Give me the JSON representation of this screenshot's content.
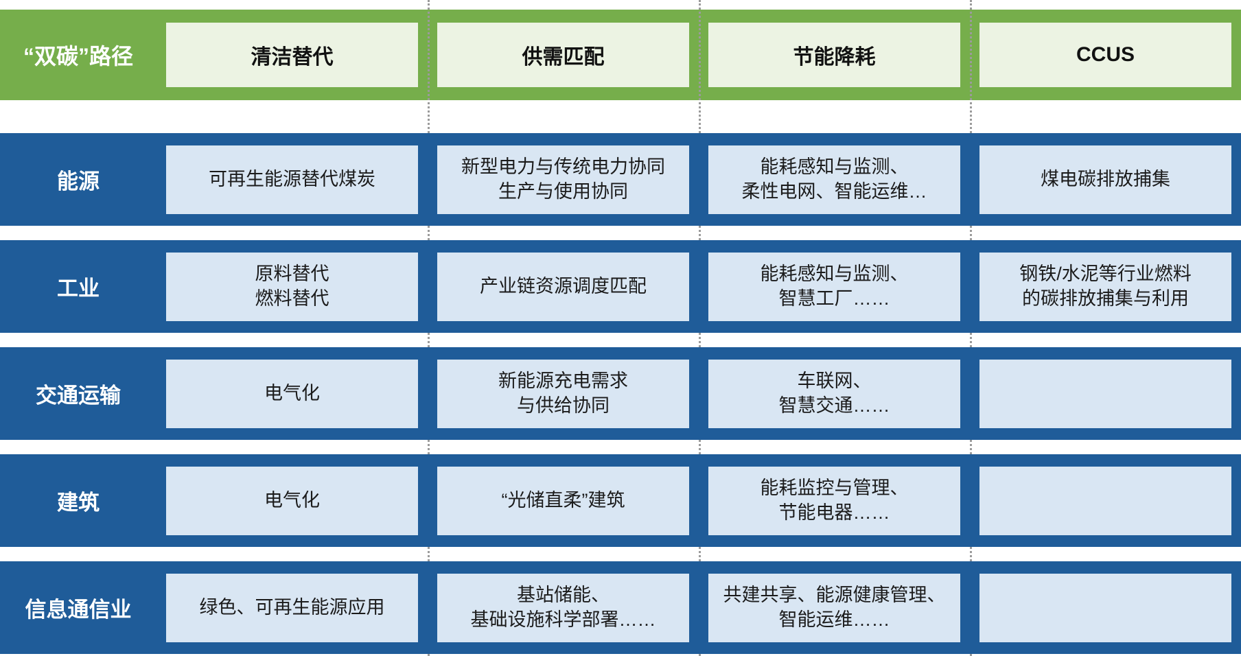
{
  "colors": {
    "header_green": "#76ae4b",
    "header_box_bg": "#ecf3e3",
    "row_blue": "#1f5c99",
    "cell_box_bg": "#d9e6f3",
    "divider_dotted": "#9b9b9b",
    "label_text": "#ffffff",
    "cell_text": "#1b1b1b"
  },
  "table": {
    "corner_label": "“双碳”路径",
    "columns": [
      "清洁替代",
      "供需匹配",
      "节能降耗",
      "CCUS"
    ],
    "rows": [
      {
        "label": "能源",
        "cells": [
          "可再生能源替代煤炭",
          "新型电力与传统电力协同\n生产与使用协同",
          "能耗感知与监测、\n柔性电网、智能运维…",
          "煤电碳排放捕集"
        ]
      },
      {
        "label": "工业",
        "cells": [
          "原料替代\n燃料替代",
          "产业链资源调度匹配",
          "能耗感知与监测、\n智慧工厂……",
          "钢铁/水泥等行业燃料\n的碳排放捕集与利用"
        ]
      },
      {
        "label": "交通运输",
        "cells": [
          "电气化",
          "新能源充电需求\n与供给协同",
          "车联网、\n智慧交通……",
          ""
        ]
      },
      {
        "label": "建筑",
        "cells": [
          "电气化",
          "“光储直柔”建筑",
          "能耗监控与管理、\n节能电器……",
          ""
        ]
      },
      {
        "label": "信息通信业",
        "cells": [
          "绿色、可再生能源应用",
          "基站储能、\n基础设施科学部署……",
          "共建共享、能源健康管理、\n智能运维……",
          ""
        ]
      }
    ]
  }
}
